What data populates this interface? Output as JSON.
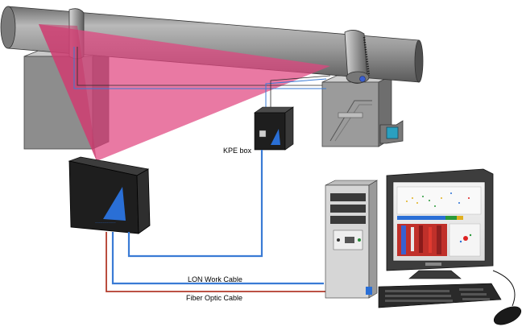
{
  "labels": {
    "kpe_box": "KPE box",
    "lon_cable": "LON Work Cable",
    "fiber_cable": "Fiber Optic Cable"
  },
  "colors": {
    "beam": "#e0457f",
    "lon_cable": "#3a7bd5",
    "fiber_cable": "#b23a2a",
    "pipe": "#8a8a8a",
    "box_dark": "#1c1c1c",
    "accent_blue": "#2a6fd6"
  },
  "icons": {
    "scanner_logo": "blue-triangle-logo",
    "kpe_logo": "blue-triangle-logo"
  }
}
